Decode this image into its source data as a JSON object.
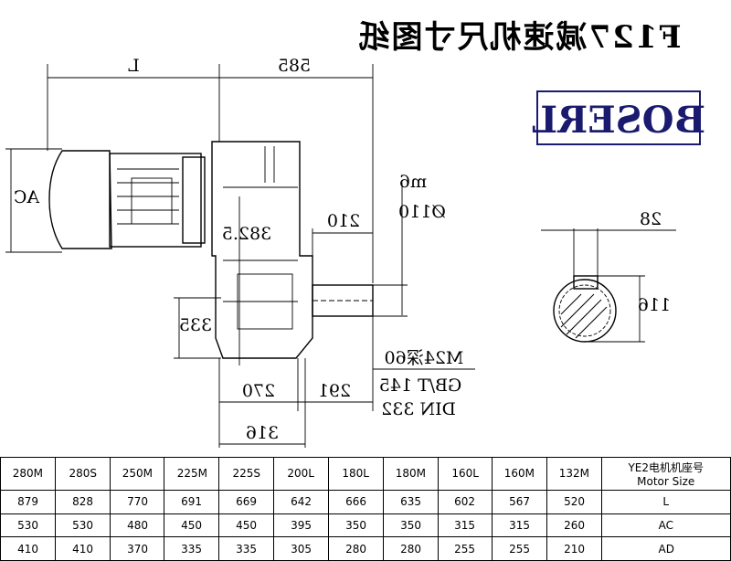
{
  "title": "F127减速机尺寸图纸",
  "brand": "BOSERL",
  "dimensions": {
    "L": "L",
    "d585": "585",
    "AC": "AC",
    "d210": "210",
    "shaft_dia": "Ø110",
    "shaft_tol": "m6",
    "d382_5": "382.5",
    "d335": "335",
    "d270": "270",
    "d291": "291",
    "d316": "316",
    "thread": "M24深60",
    "std1": "GB/T 145",
    "std2": "DIN 332",
    "key_width": "28",
    "key_height": "116"
  },
  "table": {
    "header_label": "YE2电机机座号",
    "header_label_en": "Motor Size",
    "sizes": [
      "132M",
      "160M",
      "160L",
      "180M",
      "180L",
      "200L",
      "225S",
      "225M",
      "250M",
      "280S",
      "280M"
    ],
    "rows": [
      {
        "label": "L",
        "values": [
          "520",
          "567",
          "602",
          "635",
          "666",
          "642",
          "669",
          "691",
          "770",
          "828",
          "879"
        ]
      },
      {
        "label": "AC",
        "values": [
          "260",
          "315",
          "315",
          "350",
          "350",
          "395",
          "450",
          "450",
          "480",
          "530",
          "530"
        ]
      },
      {
        "label": "AD",
        "values": [
          "210",
          "255",
          "255",
          "280",
          "280",
          "305",
          "335",
          "335",
          "370",
          "410",
          "410"
        ]
      }
    ]
  }
}
